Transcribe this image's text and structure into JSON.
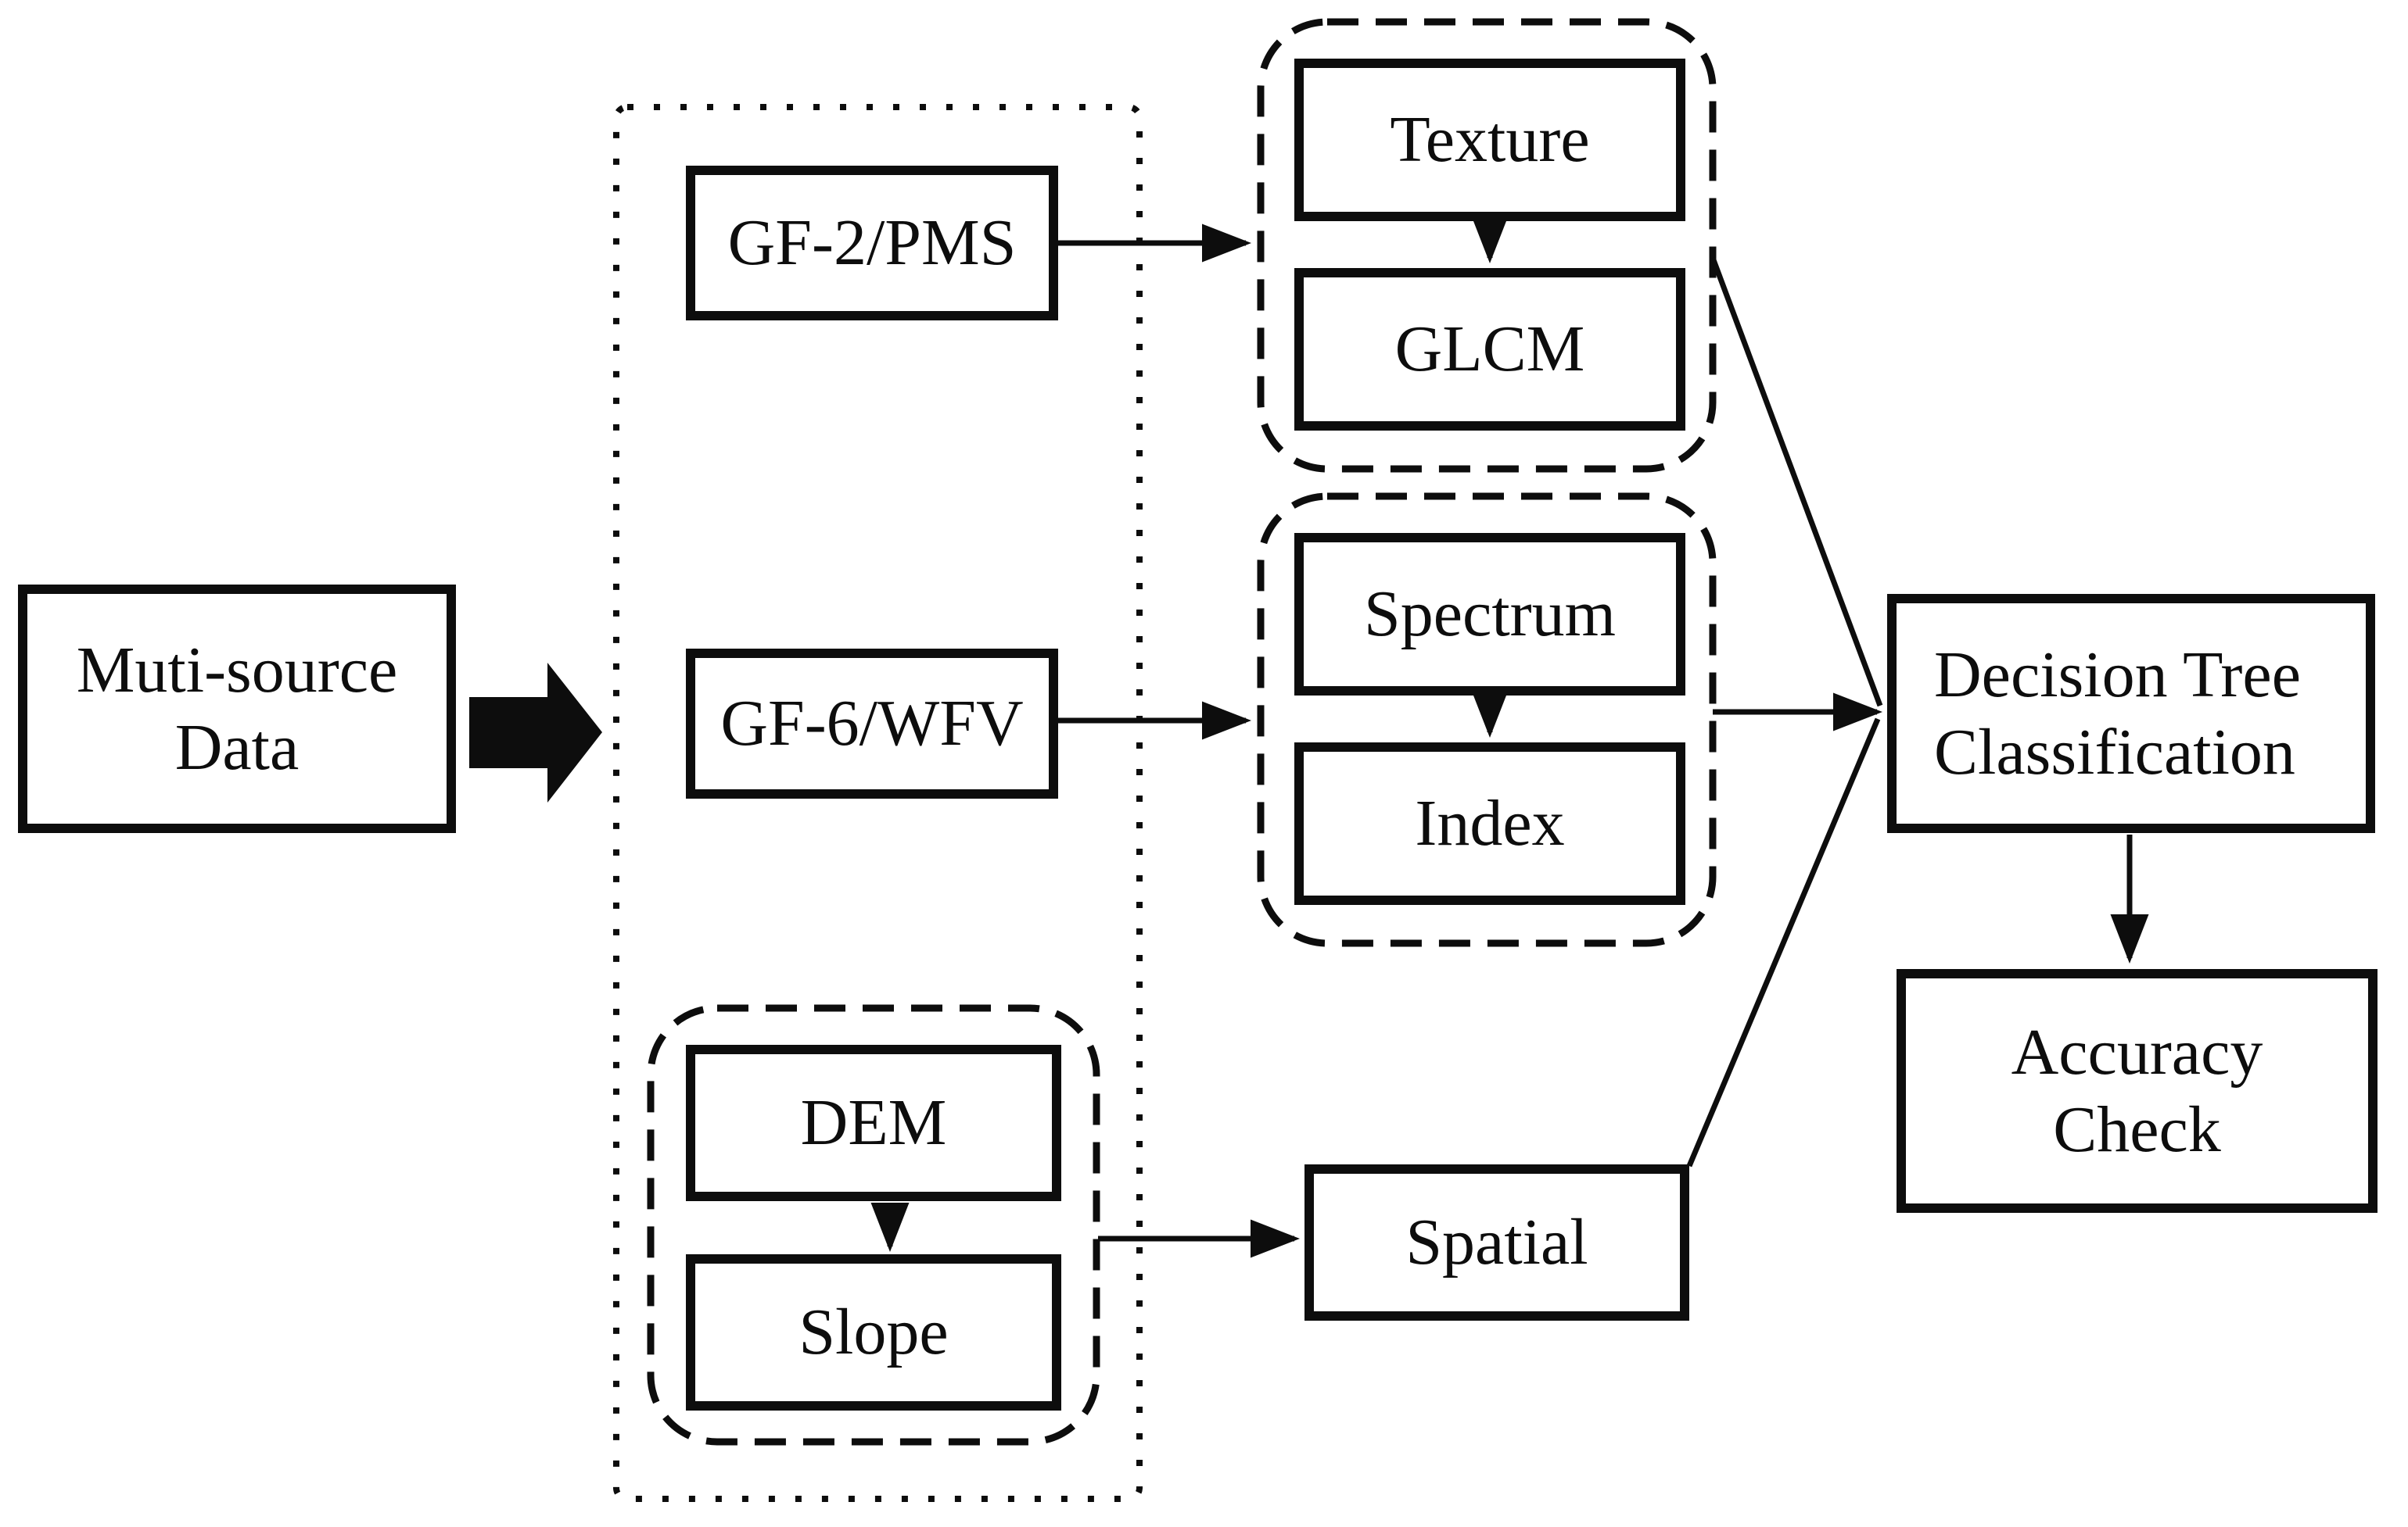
{
  "colors": {
    "ink": "#0d0d0d",
    "paper": "#ffffff"
  },
  "nodes": {
    "multi_source": {
      "label": "Muti-source\nData"
    },
    "gf2_pms": {
      "label": "GF-2/PMS"
    },
    "gf6_wfv": {
      "label": "GF-6/WFV"
    },
    "dem": {
      "label": "DEM"
    },
    "slope": {
      "label": "Slope"
    },
    "texture": {
      "label": "Texture"
    },
    "glcm": {
      "label": "GLCM"
    },
    "spectrum": {
      "label": "Spectrum"
    },
    "index": {
      "label": "Index"
    },
    "spatial": {
      "label": "Spatial"
    },
    "decision_tree": {
      "label": "Decision Tree\nClassification"
    },
    "accuracy_check": {
      "label": "Accuracy\nCheck"
    }
  }
}
